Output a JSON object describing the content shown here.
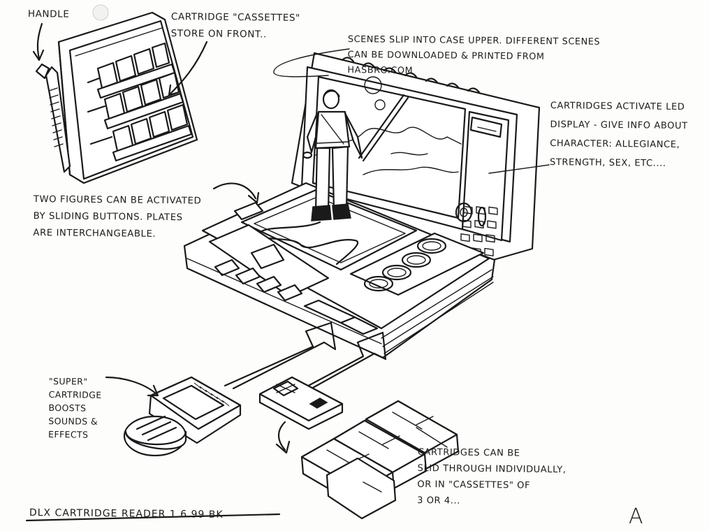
{
  "labels": {
    "handle": "HANDLE",
    "cassettes_store": "CARTRIDGE \"CASSETTES\"\nSTORE ON FRONT..",
    "scenes": "SCENES SLIP INTO CASE UPPER. DIFFERENT SCENES\nCAN BE DOWNLOADED & PRINTED FROM\nHASBRO.COM",
    "led_display": "CARTRIDGES ACTIVATE LED\nDISPLAY - GIVE INFO ABOUT\nCHARACTER: ALLEGIANCE,\nSTRENGTH, SEX, ETC....",
    "two_figures": "TWO FIGURES CAN BE ACTIVATED\nBY SLIDING BUTTONS. PLATES\nARE INTERCHANGEABLE.",
    "super_cartridge": "\"SUPER\"\nCARTRIDGE\nBOOSTS\nSOUNDS &\nEFFECTS",
    "cartridges_slid": "CARTRIDGES CAN BE\nSLID THROUGH INDIVIDUALLY,\nOR IN \"CASSETTES\" OF\n3 OR 4...",
    "caption": "DLX CARTRIDGE READER  1.6.99 BK",
    "sheet_letter": "A"
  }
}
